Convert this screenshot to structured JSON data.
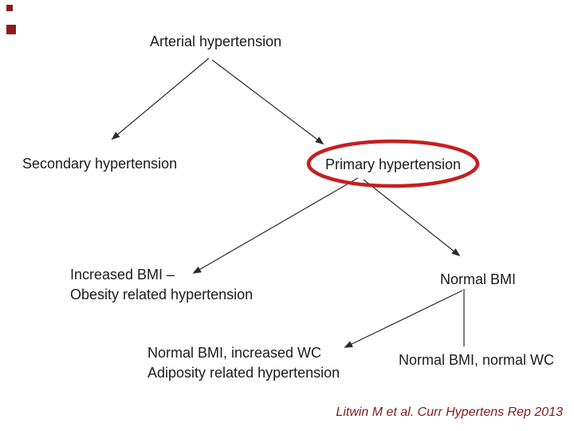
{
  "slide": {
    "background": "#ffffff"
  },
  "decor": {
    "corner_square_color": "#8b1d1d"
  },
  "diagram": {
    "type": "tree",
    "nodes": {
      "arterial": {
        "label": "Arterial hypertension"
      },
      "secondary": {
        "label": "Secondary hypertension"
      },
      "primary": {
        "label": "Primary hypertension",
        "highlighted": "red ellipse"
      },
      "increased_bmi": {
        "line1": "Increased BMI –",
        "line2": "Obesity related hypertension"
      },
      "normal_bmi": {
        "label": "Normal BMI"
      },
      "adiposity": {
        "line1": "Normal BMI, increased WC",
        "line2": "Adiposity related hypertension"
      },
      "normal_wc": {
        "label": "Normal BMI, normal WC"
      }
    },
    "edges": [
      "arterial -> secondary",
      "arterial -> primary",
      "primary -> increased_bmi",
      "primary -> normal_bmi",
      "normal_bmi -> adiposity",
      "normal_bmi -> normal_wc"
    ],
    "highlight_color": "#c51f1f",
    "line_color": "#2a2a2a"
  },
  "citation": {
    "text": "Litwin M et al. Curr Hypertens Rep 2013",
    "color": "#7f1c1c"
  }
}
